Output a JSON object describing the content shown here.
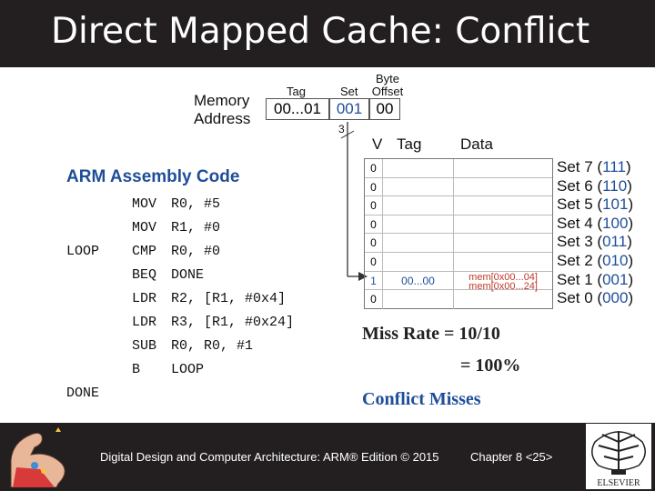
{
  "title": "Direct Mapped Cache: Conflict",
  "footer": {
    "book": "Digital Design and Computer Architecture: ARM® Edition © 2015",
    "chapter": "Chapter 8 <25>",
    "logo_text": "ELSEVIER"
  },
  "address": {
    "memory_label_1": "Memory",
    "memory_label_2": "Address",
    "tag_header": "Tag",
    "set_header": "Set",
    "byte_offset_header_1": "Byte",
    "byte_offset_header_2": "Offset",
    "tag_value": "00...01",
    "set_value": "001",
    "offset_value": "00",
    "set_bits": "3"
  },
  "cache": {
    "v_header": "V",
    "tag_header": "Tag",
    "data_header": "Data",
    "rows": [
      {
        "v": "0",
        "tag": "",
        "data1": "",
        "data2": ""
      },
      {
        "v": "0",
        "tag": "",
        "data1": "",
        "data2": ""
      },
      {
        "v": "0",
        "tag": "",
        "data1": "",
        "data2": ""
      },
      {
        "v": "0",
        "tag": "",
        "data1": "",
        "data2": ""
      },
      {
        "v": "0",
        "tag": "",
        "data1": "",
        "data2": ""
      },
      {
        "v": "0",
        "tag": "",
        "data1": "",
        "data2": ""
      },
      {
        "v": "1",
        "tag": "00...00",
        "data1": "mem[0x00...04]",
        "data2": "mem[0x00...24]"
      },
      {
        "v": "0",
        "tag": "",
        "data1": "",
        "data2": ""
      }
    ],
    "sets": [
      {
        "label": "Set 7",
        "bits": "111"
      },
      {
        "label": "Set 6",
        "bits": "110"
      },
      {
        "label": "Set 5",
        "bits": "101"
      },
      {
        "label": "Set 4",
        "bits": "100"
      },
      {
        "label": "Set 3",
        "bits": "011"
      },
      {
        "label": "Set 2",
        "bits": "010"
      },
      {
        "label": "Set 1",
        "bits": "001"
      },
      {
        "label": "Set 0",
        "bits": "000"
      }
    ]
  },
  "code": {
    "title": "ARM Assembly Code",
    "lines": [
      {
        "label": "",
        "op": "MOV",
        "args": "R0, #5"
      },
      {
        "label": "",
        "op": "MOV",
        "args": "R1, #0"
      },
      {
        "label": "LOOP",
        "op": "CMP",
        "args": "R0, #0"
      },
      {
        "label": "",
        "op": "BEQ",
        "args": "DONE"
      },
      {
        "label": "",
        "op": "LDR",
        "args": "R2, [R1, #0x4]"
      },
      {
        "label": "",
        "op": "LDR",
        "args": "R3, [R1, #0x24]"
      },
      {
        "label": "",
        "op": "SUB",
        "args": "R0, R0, #1"
      },
      {
        "label": "",
        "op": "B",
        "args": "LOOP"
      },
      {
        "label": "DONE",
        "op": "",
        "args": ""
      }
    ]
  },
  "result": {
    "miss_rate_line1": "Miss Rate = 10/10",
    "miss_rate_line2": "= 100%",
    "conflict": "Conflict Misses"
  },
  "colors": {
    "title_bar": "#231f20",
    "accent_blue": "#1f4e99",
    "mem_red": "#c0392b"
  }
}
